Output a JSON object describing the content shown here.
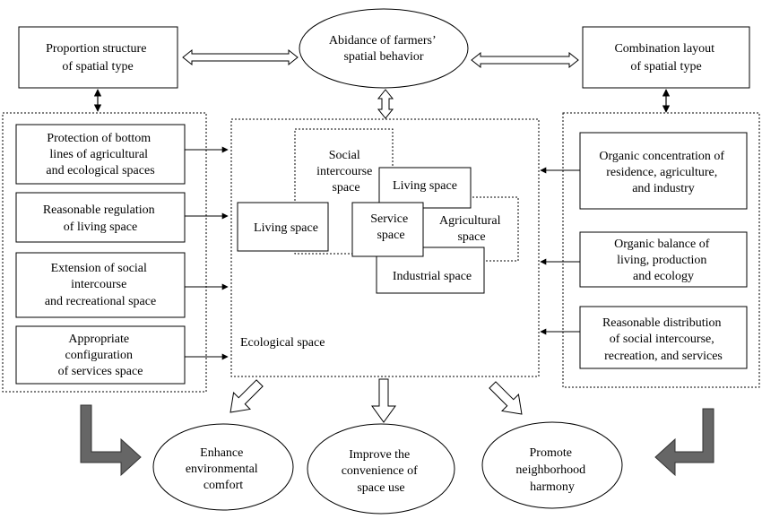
{
  "top": {
    "left_box": [
      "Proportion structure",
      "of spatial type"
    ],
    "center_ellipse": [
      "Abidance of farmers’",
      "spatial behavior"
    ],
    "right_box": [
      "Combination layout",
      "of spatial type"
    ]
  },
  "left_panel": [
    [
      "Protection of bottom",
      "lines of agricultural",
      "and ecological spaces"
    ],
    [
      "Reasonable regulation",
      "of living space"
    ],
    [
      "Extension of social",
      "intercourse",
      "and recreational space"
    ],
    [
      "Appropriate",
      "configuration",
      "of services space"
    ]
  ],
  "right_panel": [
    [
      "Organic concentration of",
      "residence, agriculture,",
      "and industry"
    ],
    [
      "Organic balance of",
      "living, production",
      "and ecology"
    ],
    [
      "Reasonable distribution",
      "of social intercourse,",
      "recreation, and services"
    ]
  ],
  "center": {
    "social": [
      "Social",
      "intercourse",
      "space"
    ],
    "living_top": "Living space",
    "living_left": "Living space",
    "service": [
      "Service",
      "space"
    ],
    "agricultural": [
      "Agricultural",
      "space"
    ],
    "industrial": "Industrial space",
    "ecological": "Ecological space"
  },
  "outcomes": [
    [
      "Enhance",
      "environmental",
      "comfort"
    ],
    [
      "Improve the",
      "convenience of",
      "space use"
    ],
    [
      "Promote",
      "neighborhood",
      "harmony"
    ]
  ],
  "colors": {
    "stroke": "#000000",
    "fat_arrow": "#666666",
    "background": "#ffffff"
  }
}
